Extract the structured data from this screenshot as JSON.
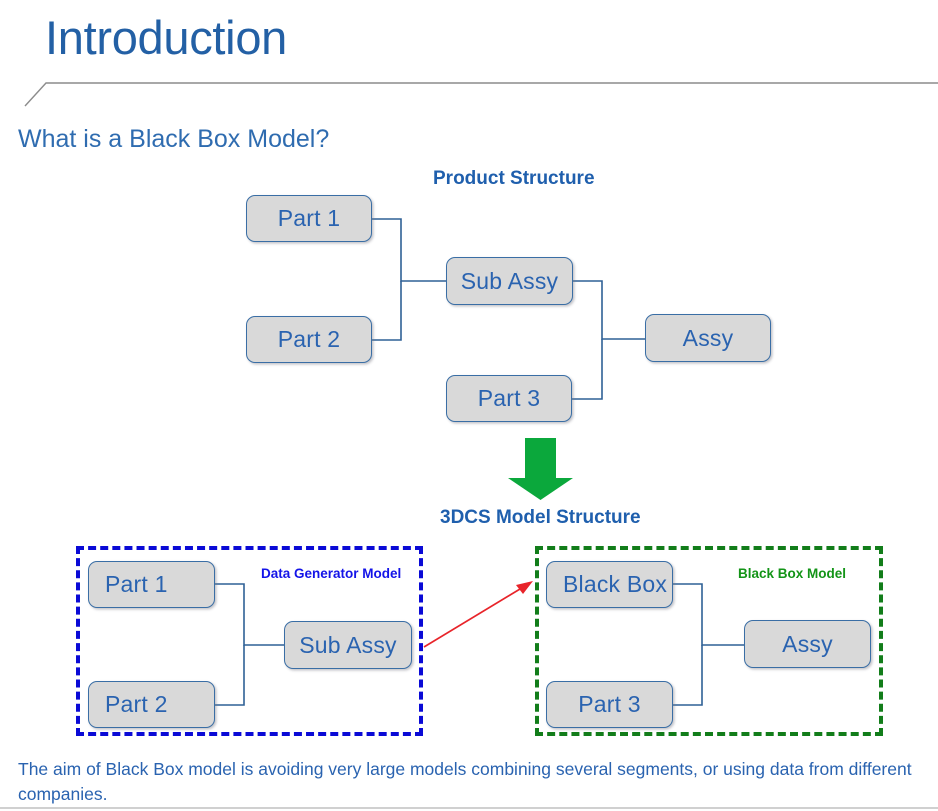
{
  "slide": {
    "title": "Introduction",
    "subtitle": "What is a Black Box Model?",
    "caption": "The aim of Black Box model is avoiding very large models combining several segments, or using data from different companies."
  },
  "sections": {
    "product_structure": {
      "heading": "Product Structure",
      "nodes": [
        {
          "id": "part1",
          "label": "Part 1"
        },
        {
          "id": "part2",
          "label": "Part 2"
        },
        {
          "id": "subassy",
          "label": "Sub Assy"
        },
        {
          "id": "part3",
          "label": "Part 3"
        },
        {
          "id": "assy",
          "label": "Assy"
        }
      ]
    },
    "model_structure": {
      "heading": "3DCS Model Structure",
      "groups": [
        {
          "id": "data-generator",
          "label": "Data Generator Model",
          "border_color": "#0a0ad6",
          "nodes": [
            {
              "id": "dg-part1",
              "label": "Part 1"
            },
            {
              "id": "dg-part2",
              "label": "Part 2"
            },
            {
              "id": "dg-subassy",
              "label": "Sub Assy"
            }
          ]
        },
        {
          "id": "black-box",
          "label": "Black Box Model",
          "border_color": "#127d1a",
          "nodes": [
            {
              "id": "bb-blackbox",
              "label": "Black Box"
            },
            {
              "id": "bb-part3",
              "label": "Part 3"
            },
            {
              "id": "bb-assy",
              "label": "Assy"
            }
          ]
        }
      ]
    }
  },
  "connectors": {
    "transform_arrow": "green-down-arrow",
    "mapping_arrow": "red-arrow-subassy-to-blackbox"
  },
  "colors": {
    "title_blue": "#2360a5",
    "text_blue": "#2a63b0",
    "node_fill": "#d9d9d9",
    "node_border": "#3a6ea5",
    "wire": "#2f6096",
    "group_blue": "#0a0ad6",
    "group_green": "#127d1a",
    "arrow_green": "#0ba83c",
    "arrow_red": "#e8242a",
    "rule_gray": "#8c8c8c"
  }
}
